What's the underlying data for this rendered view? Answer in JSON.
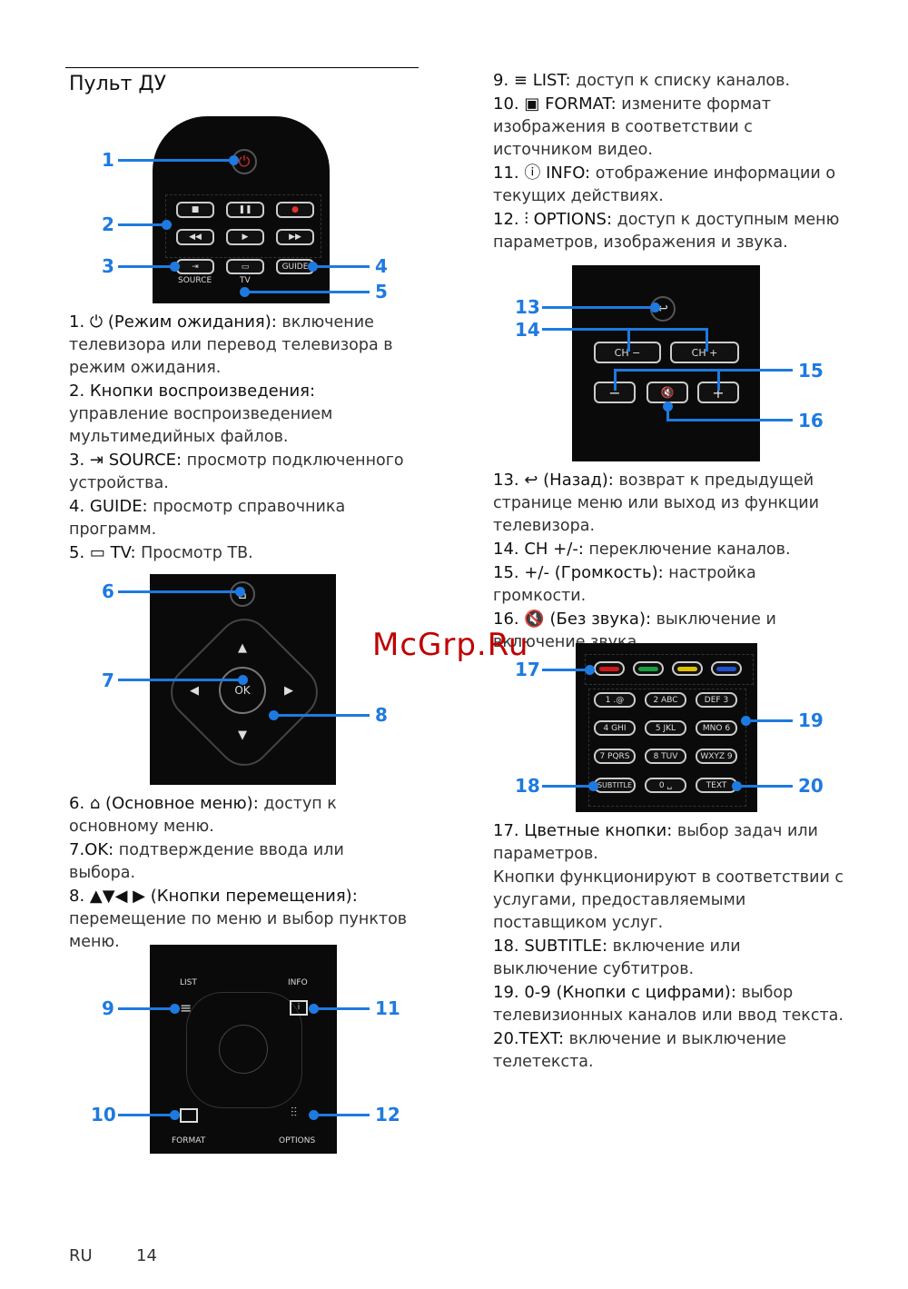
{
  "title": "Пульт ДУ",
  "watermark": "McGrp.Ru",
  "footer": {
    "lang": "RU",
    "page": "14"
  },
  "left_texts": [
    {
      "key": "1. ⏻ (Режим ожидания):",
      "text": " включение телевизора или перевод телевизора в режим ожидания."
    },
    {
      "key": "2. Кнопки воспроизведения:",
      "text": " управление воспроизведением мультимедийных файлов."
    },
    {
      "key": "3. ⇥ SOURCE:",
      "text": " просмотр подключенного устройства."
    },
    {
      "key": "4. GUIDE:",
      "text": " просмотр справочника программ."
    },
    {
      "key": "5. ▭ TV:",
      "text": " Просмотр ТВ."
    },
    {
      "key": "6. ⌂ (Основное меню):",
      "text": " доступ к основному меню."
    },
    {
      "key": "7.OK:",
      "text": " подтверждение ввода или выбора."
    },
    {
      "key": "8. ▲▼◀ ▶ (Кнопки перемещения):",
      "text": " перемещение по меню и выбор пунктов меню."
    }
  ],
  "right_texts": [
    {
      "key": "9. ≡ LIST:",
      "text": " доступ к списку каналов."
    },
    {
      "key": "10. ▣ FORMAT:",
      "text": " измените формат изображения в соответствии с источником видео."
    },
    {
      "key": "11. ⓘ INFO:",
      "text": " отображение информации о текущих действиях."
    },
    {
      "key": "12. ⫶ OPTIONS:",
      "text": " доступ к доступным меню параметров, изображения и звука."
    },
    {
      "key": "13. ↩ (Назад):",
      "text": " возврат к предыдущей странице меню или выход из функции телевизора."
    },
    {
      "key": "14. CH +/-:",
      "text": " переключение каналов."
    },
    {
      "key": "15. +/- (Громкость):",
      "text": " настройка громкости."
    },
    {
      "key": "16. 🔇 (Без звука):",
      "text": " выключение и включение звука."
    },
    {
      "key": "17. Цветные кнопки:",
      "text": " выбор задач или параметров."
    },
    {
      "key": "",
      "text": "Кнопки функционируют в соответствии с услугами, предоставляемыми поставщиком услуг."
    },
    {
      "key": "18. SUBTITLE:",
      "text": " включение или выключение субтитров."
    },
    {
      "key": "19. 0-9 (Кнопки с цифрами):",
      "text": " выбор телевизионных каналов или ввод текста."
    },
    {
      "key": "20.TEXT:",
      "text": " включение и выключение телетекста."
    }
  ],
  "remote_labels": {
    "source": "SOURCE",
    "tv": "TV",
    "guide": "GUIDE",
    "ok": "OK",
    "list": "LIST",
    "info": "INFO",
    "format": "FORMAT",
    "options": "OPTIONS",
    "ch_minus": "CH −",
    "ch_plus": "CH +",
    "subtitle": "SUBTITLE",
    "text": "TEXT",
    "digits": [
      "1 .@",
      "2 ABC",
      "DEF 3",
      "4 GHI",
      "5 JKL",
      "MNO 6",
      "7 PQRS",
      "8 TUV",
      "WXYZ 9",
      "0 ␣"
    ]
  },
  "callouts": [
    "1",
    "2",
    "3",
    "4",
    "5",
    "6",
    "7",
    "8",
    "9",
    "10",
    "11",
    "12",
    "13",
    "14",
    "15",
    "16",
    "17",
    "18",
    "19",
    "20"
  ],
  "colors": {
    "accent": "#1e7ae0",
    "power": "#e53030",
    "red": "#d01818",
    "green": "#18a040",
    "yellow": "#e0c000",
    "blue": "#2050d0"
  }
}
